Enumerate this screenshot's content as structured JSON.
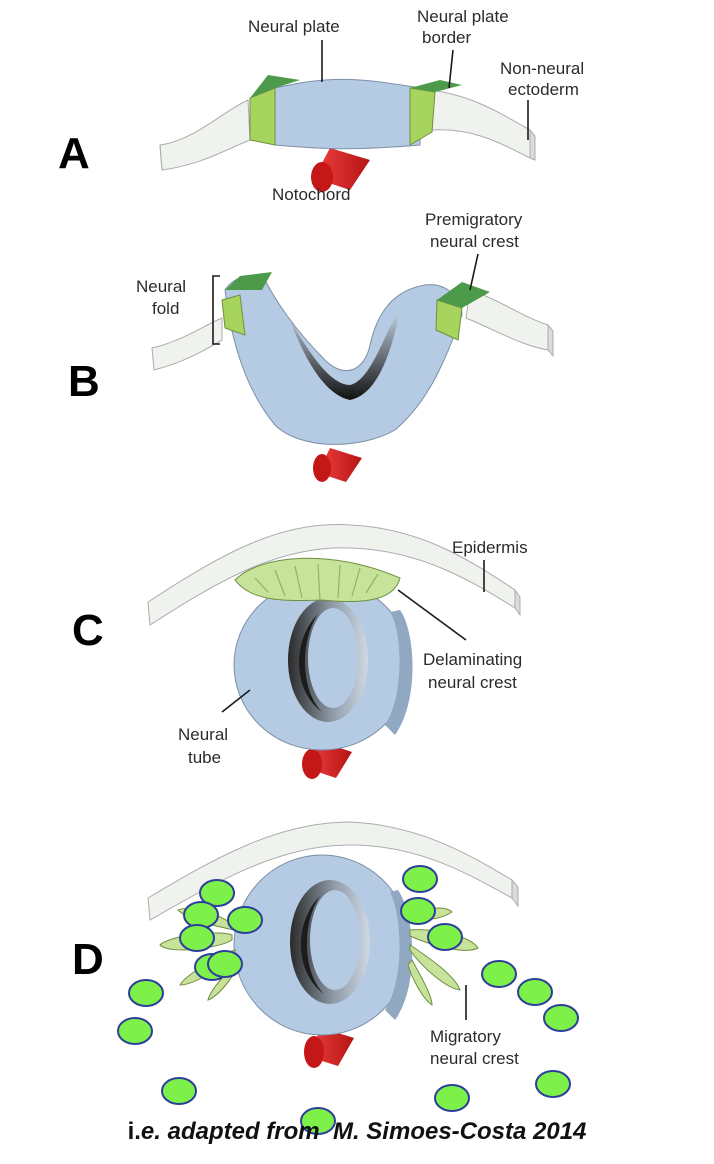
{
  "panels": {
    "a": {
      "letter": "A",
      "labels": {
        "neural_plate": "Neural plate",
        "neural_plate_border_1": "Neural plate",
        "neural_plate_border_2": "border",
        "non_neural_1": "Non-neural",
        "non_neural_2": "ectoderm",
        "notochord": "Notochord"
      }
    },
    "b": {
      "letter": "B",
      "labels": {
        "neural_fold_1": "Neural",
        "neural_fold_2": "fold",
        "premigratory_1": "Premigratory",
        "premigratory_2": "neural crest"
      }
    },
    "c": {
      "letter": "C",
      "labels": {
        "epidermis": "Epidermis",
        "delaminating_1": "Delaminating",
        "delaminating_2": "neural crest",
        "neural_tube_1": "Neural",
        "neural_tube_2": "tube"
      }
    },
    "d": {
      "letter": "D",
      "labels": {
        "migratory_1": "Migratory",
        "migratory_2": "neural crest"
      }
    }
  },
  "credit": {
    "prefix_bold": "i.",
    "italic_text": "e. adapted from",
    "author": "M. Simoes-Costa 2014"
  },
  "colors": {
    "neural_tissue": "#b5cbe3",
    "plate_border": "#4d9a4a",
    "border_light": "#a6d45c",
    "ectoderm": "#f0f2ee",
    "notochord": "#d81e1e",
    "migratory_cells": "#7ef04a",
    "cell_outline": "#2c3f99"
  }
}
